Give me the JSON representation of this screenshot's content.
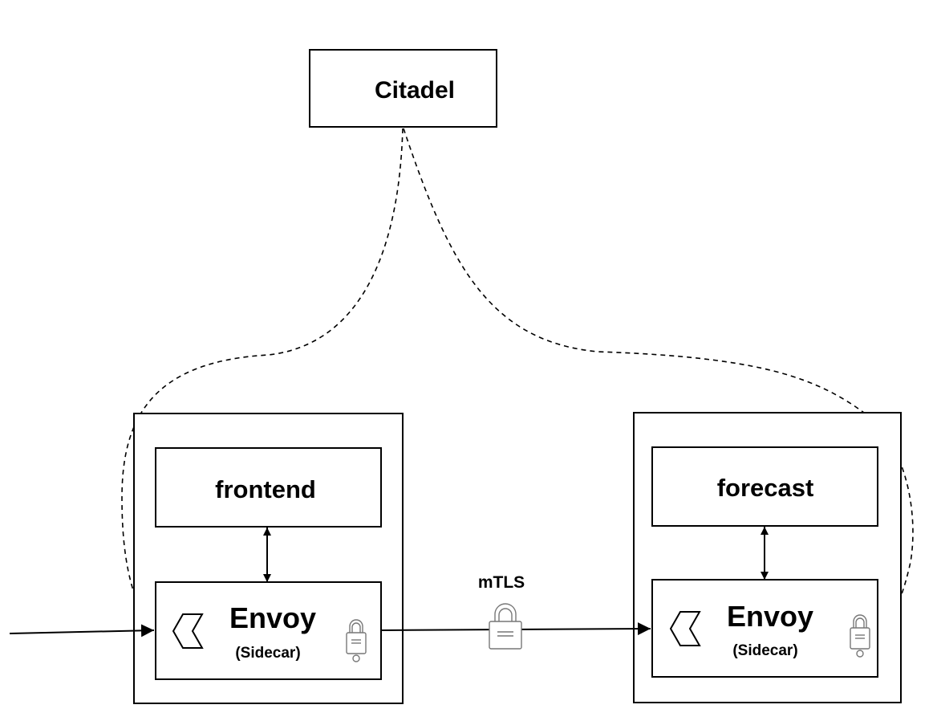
{
  "citadel": {
    "label": "Citadel"
  },
  "frontend_pod": {
    "app_label": "frontend",
    "proxy_label": "Envoy",
    "proxy_sublabel": "(Sidecar)"
  },
  "forecast_pod": {
    "app_label": "forecast",
    "proxy_label": "Envoy",
    "proxy_sublabel": "(Sidecar)"
  },
  "connection": {
    "label": "mTLS"
  },
  "icons": {
    "proxy": "hexagon-icon",
    "security": "padlock-icon"
  }
}
